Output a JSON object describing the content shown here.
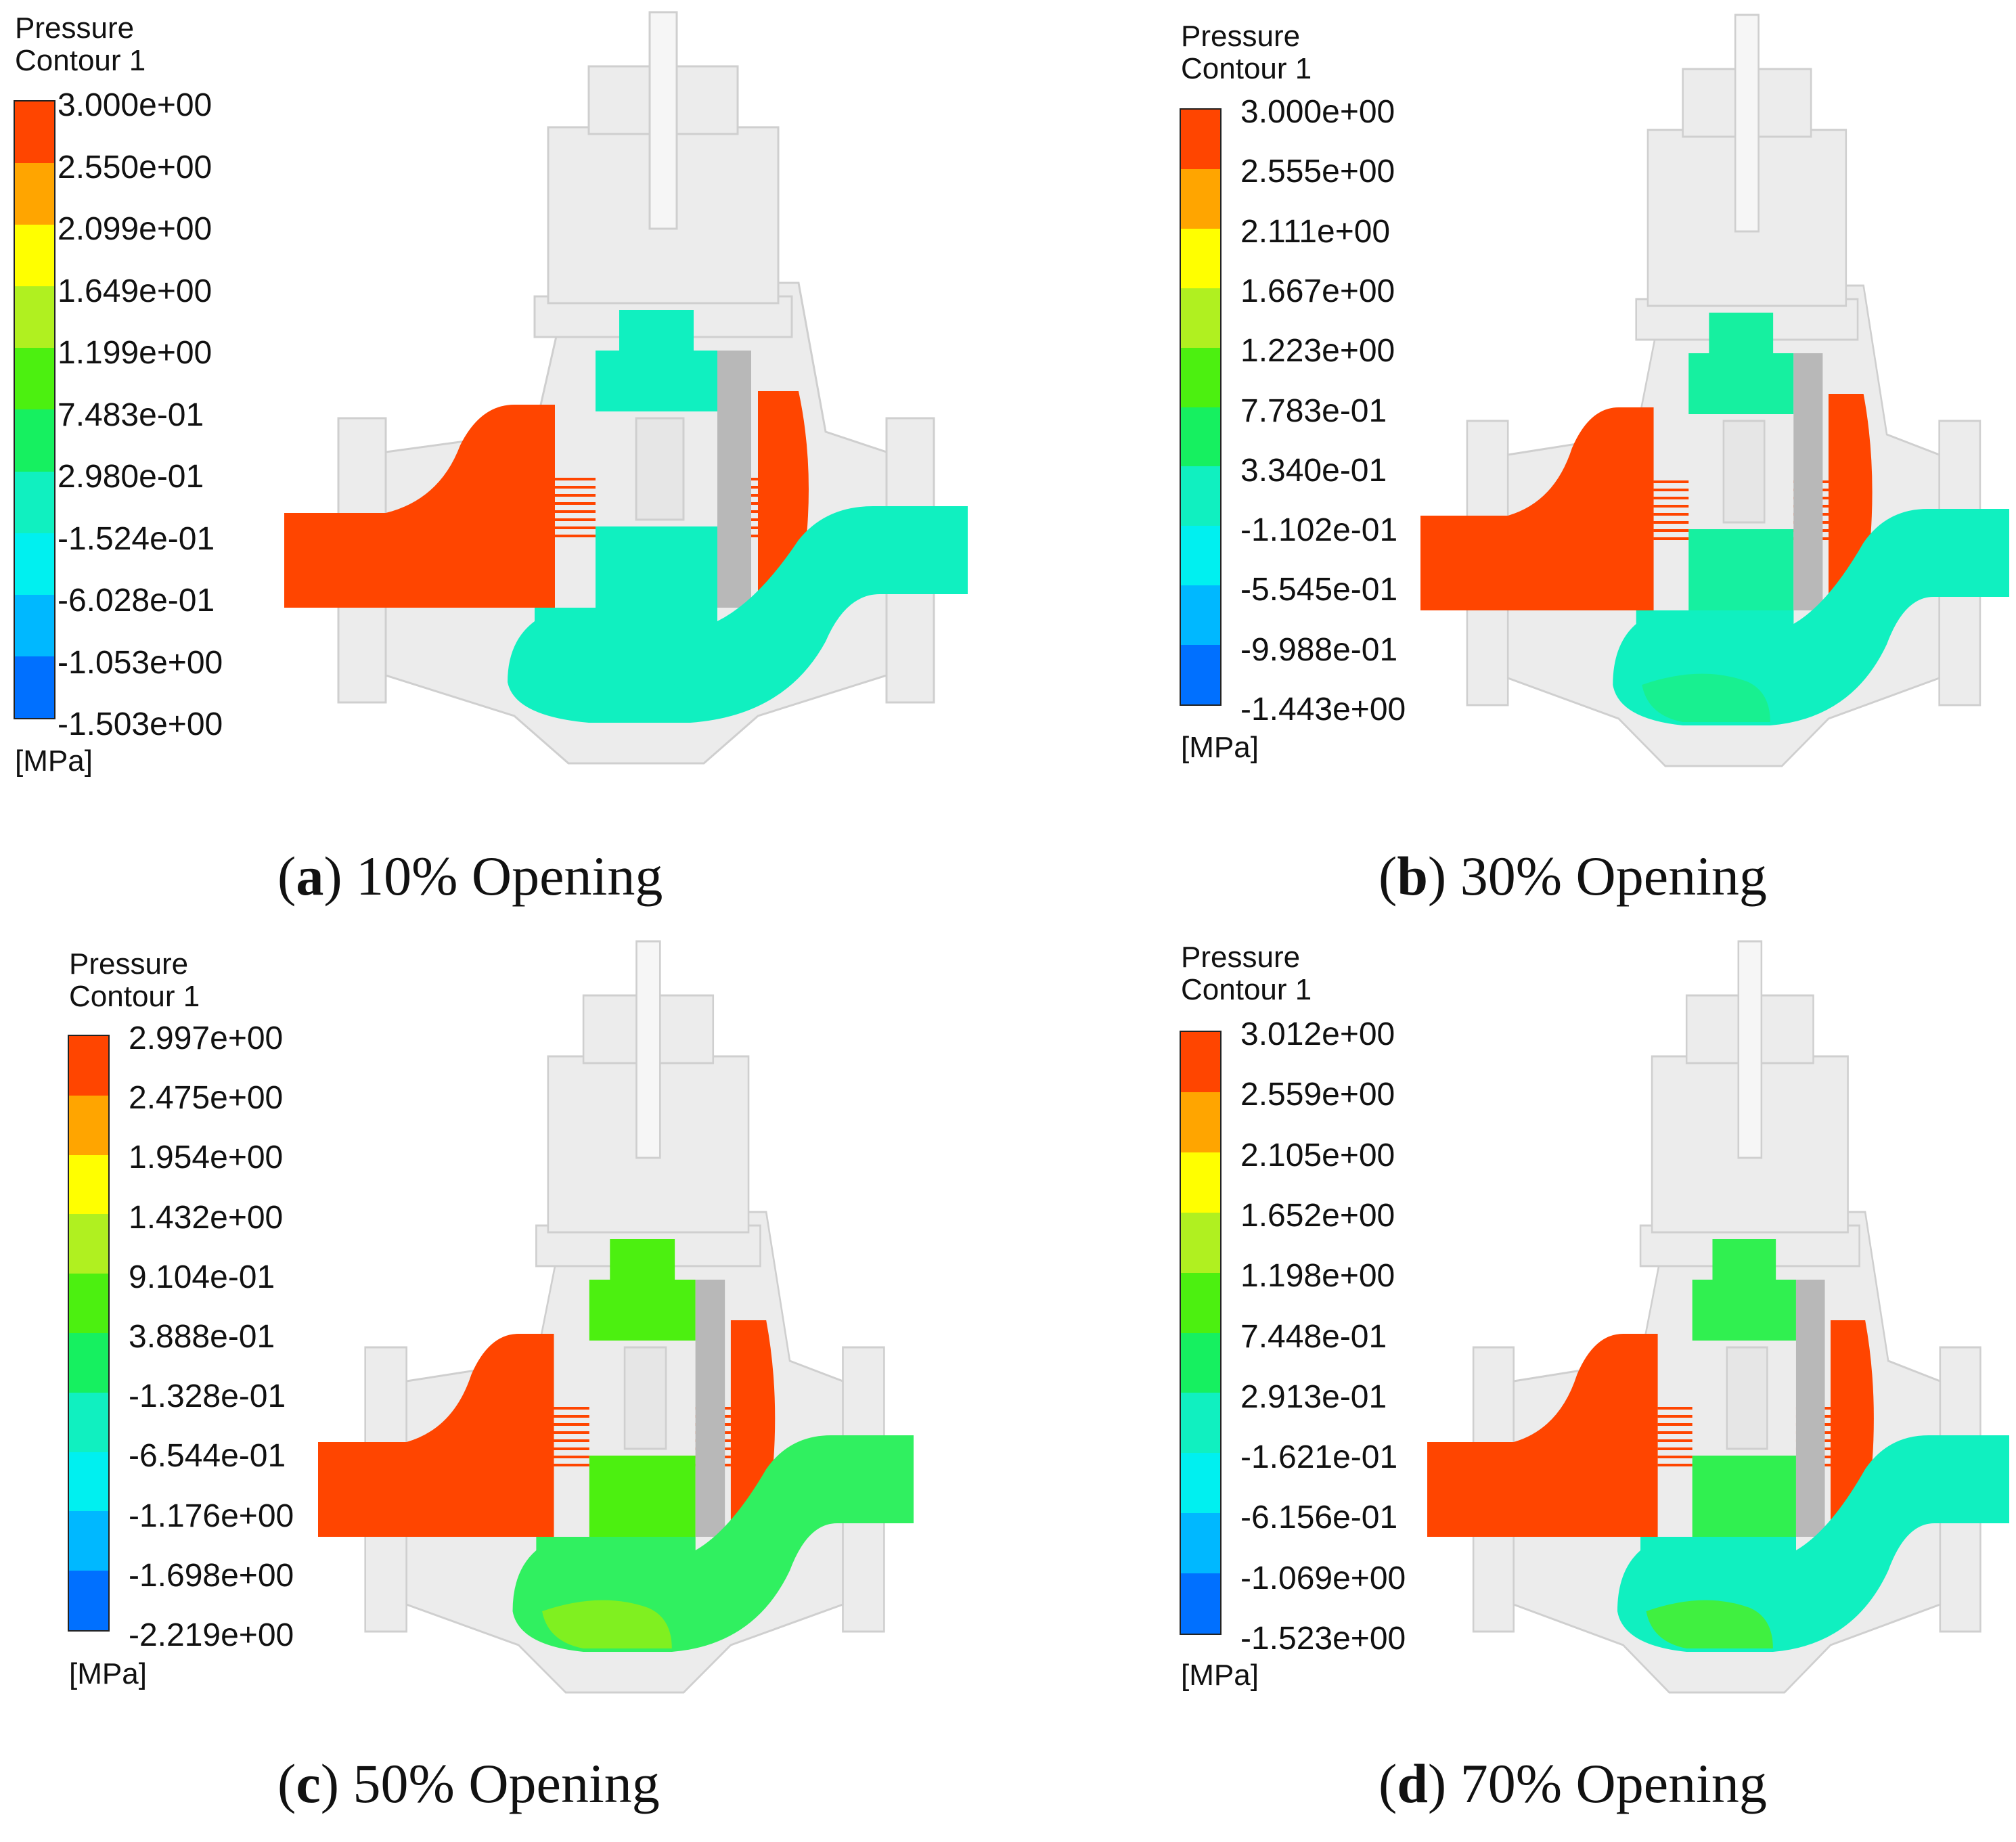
{
  "legend_title_line1": "Pressure",
  "legend_title_line2": "Contour 1",
  "legend_unit": "[MPa]",
  "colors": {
    "bands_top_to_bottom": [
      "#ff4500",
      "#ffa500",
      "#ffff00",
      "#b0f020",
      "#4cf010",
      "#16f060",
      "#10f0c0",
      "#00f0f0",
      "#00b8ff",
      "#0070ff",
      "#1010f0"
    ],
    "solid_body": "#ececec",
    "solid_edge": "#cfcfcf",
    "trim_shadow": "#b8b8b8"
  },
  "panels": [
    {
      "letter": "a",
      "caption": "10% Opening",
      "ticks": [
        "3.000e+00",
        "2.550e+00",
        "2.099e+00",
        "1.649e+00",
        "1.199e+00",
        "7.483e-01",
        "2.980e-01",
        "-1.524e-01",
        "-6.028e-01",
        "-1.053e+00",
        "-1.503e+00"
      ],
      "fluid": {
        "inlet": "#ff4500",
        "core": "#10f0c0",
        "outlet": "#10f0c0",
        "bottom": "#10f0c0"
      }
    },
    {
      "letter": "b",
      "caption": "30% Opening",
      "ticks": [
        "3.000e+00",
        "2.555e+00",
        "2.111e+00",
        "1.667e+00",
        "1.223e+00",
        "7.783e-01",
        "3.340e-01",
        "-1.102e-01",
        "-5.545e-01",
        "-9.988e-01",
        "-1.443e+00"
      ],
      "fluid": {
        "inlet": "#ff4500",
        "core": "#16f0a0",
        "outlet": "#10f0c0",
        "bottom": "#18f090"
      }
    },
    {
      "letter": "c",
      "caption": "50% Opening",
      "ticks": [
        "2.997e+00",
        "2.475e+00",
        "1.954e+00",
        "1.432e+00",
        "9.104e-01",
        "3.888e-01",
        "-1.328e-01",
        "-6.544e-01",
        "-1.176e+00",
        "-1.698e+00",
        "-2.219e+00"
      ],
      "fluid": {
        "inlet": "#ff4500",
        "core": "#4cf010",
        "outlet": "#30f060",
        "bottom": "#80f020"
      }
    },
    {
      "letter": "d",
      "caption": "70% Opening",
      "ticks": [
        "3.012e+00",
        "2.559e+00",
        "2.105e+00",
        "1.652e+00",
        "1.198e+00",
        "7.448e-01",
        "2.913e-01",
        "-1.621e-01",
        "-6.156e-01",
        "-1.069e+00",
        "-1.523e+00"
      ],
      "fluid": {
        "inlet": "#ff4500",
        "core": "#30f050",
        "outlet": "#10f0c0",
        "bottom": "#40f040"
      }
    }
  ]
}
